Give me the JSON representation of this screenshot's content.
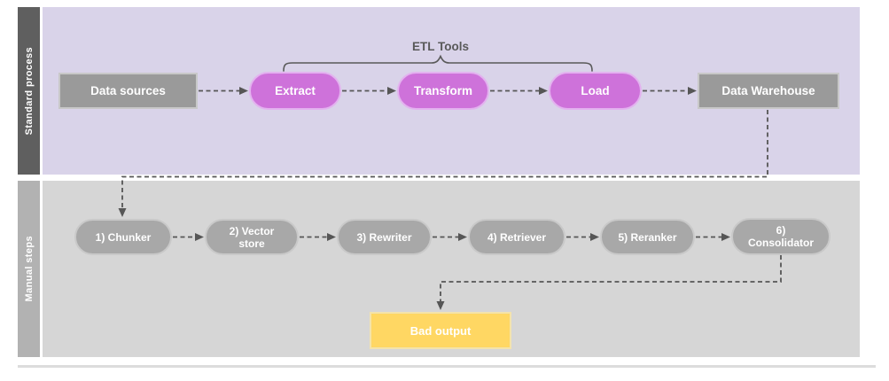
{
  "lanes": [
    {
      "label": "Standard process"
    },
    {
      "label": "Manual steps"
    }
  ],
  "annotation": {
    "bracket_label": "ETL Tools",
    "bracket_spans": [
      "Extract",
      "Transform",
      "Load"
    ]
  },
  "nodes": {
    "data_sources": "Data sources",
    "extract": "Extract",
    "transform": "Transform",
    "load": "Load",
    "data_warehouse": "Data Warehouse",
    "chunker": "1) Chunker",
    "vector_store": "2) Vector\nstore",
    "rewriter": "3) Rewriter",
    "retriever": "4) Retriever",
    "reranker": "5) Reranker",
    "consolidator": "6)\nConsolidator",
    "bad_output": "Bad output"
  },
  "edges": [
    {
      "from": "Data sources",
      "to": "Extract"
    },
    {
      "from": "Extract",
      "to": "Transform"
    },
    {
      "from": "Transform",
      "to": "Load"
    },
    {
      "from": "Load",
      "to": "Data Warehouse"
    },
    {
      "from": "Data Warehouse",
      "to": "1) Chunker"
    },
    {
      "from": "1) Chunker",
      "to": "2) Vector store"
    },
    {
      "from": "2) Vector store",
      "to": "3) Rewriter"
    },
    {
      "from": "3) Rewriter",
      "to": "4) Retriever"
    },
    {
      "from": "4) Retriever",
      "to": "5) Reranker"
    },
    {
      "from": "5) Reranker",
      "to": "6) Consolidator"
    },
    {
      "from": "6) Consolidator",
      "to": "Bad output"
    }
  ],
  "colors": {
    "lane1-bg": "#d9d3e9",
    "lane2-bg": "#d6d6d6",
    "bar-dark": "#5f5f5f",
    "bar-light": "#b2b2b2",
    "node-gray": "#9a9a9a",
    "node-gray-border": "#c8c8c8",
    "pill-purple": "#ce72da",
    "pill-purple-border": "#e3b2ef",
    "pill-gray": "#a8a8a8",
    "pill-gray-border": "#c9c9c9",
    "node-yellow": "#ffd763",
    "node-yellow-border": "#f4e3ab",
    "connector": "#565656",
    "annotation-text": "#595959",
    "label-text": "#ffffff"
  }
}
